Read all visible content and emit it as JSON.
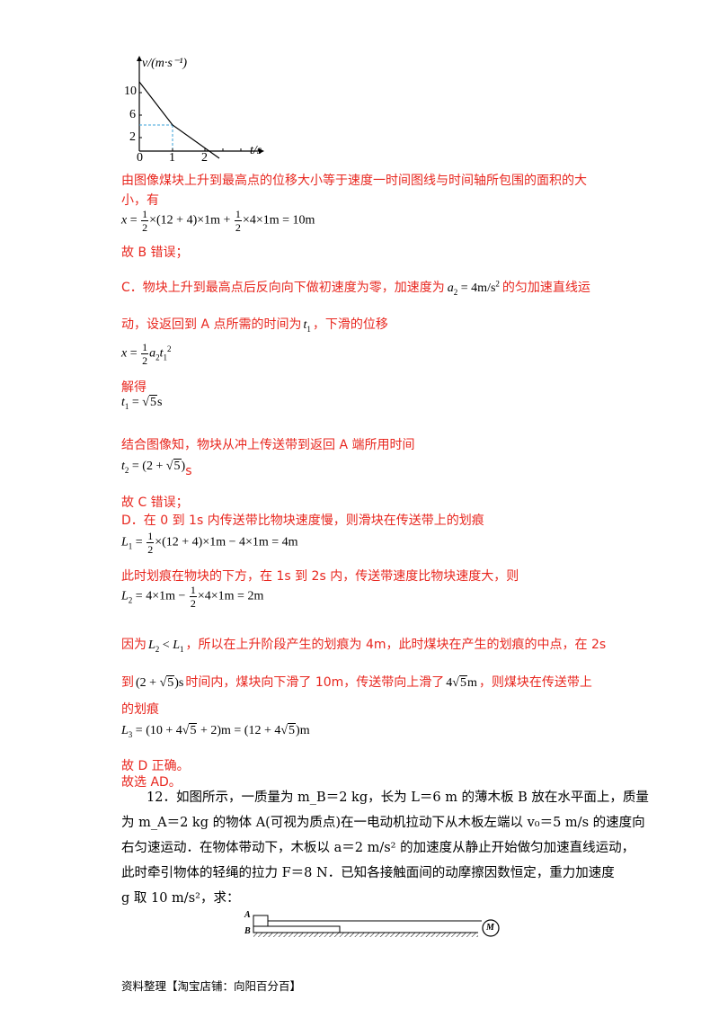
{
  "graph": {
    "y_axis_label": "v/(m·s⁻¹)",
    "x_axis_label": "t/s",
    "y_ticks": [
      "10",
      "6",
      "2"
    ],
    "x_ticks": [
      "0",
      "1",
      "2"
    ]
  },
  "text": {
    "l1": "由图像煤块上升到最高点的位移大小等于速度一时间图线与时间轴所包围的面积的大",
    "l2": "小，有",
    "b_wrong": "故 B 错误；",
    "c1_a": "C．物块上升到最高点后反向向下做初速度为零，加速度为",
    "c1_b": "的匀加速直线运",
    "c2_a": "动，设返回到 A 点所需的时间为",
    "c2_b": "，下滑的位移",
    "jiede": "解得",
    "combine": "结合图像知，物块从冲上传送带到返回 A 端所用时间",
    "s_unit": "s",
    "c_wrong": "故 C 错误；",
    "d1": "D．在 0 到 1s 内传送带比物块速度慢，则滑块在传送带上的划痕",
    "d2": "此时划痕在物块的下方，在 1s 到 2s 内，传送带速度比物块速度大，则",
    "d3_a": "因为",
    "d3_b": "，所以在上升阶段产生的划痕为 4m，此时煤块在产生的划痕的中点，在 2s",
    "d4_a": "到",
    "d4_b": "时间内，煤块向下滑了 10m，传送带向上滑了",
    "d4_c": "，则煤块在传送带上",
    "d5": "的划痕",
    "d_right": "故 D 正确。",
    "answer": "故选 AD。"
  },
  "problem": {
    "p1": "12．如图所示，一质量为 m_B＝2 kg，长为 L＝6 m 的薄木板 B 放在水平面上，质量",
    "p2": "为 m_A＝2 kg 的物体 A(可视为质点)在一电动机拉动下从木板左端以 v₀＝5 m/s 的速度向",
    "p3": "右匀速运动．在物体带动下，木板以 a＝2 m/s² 的加速度从静止开始做匀加速直线运动，",
    "p4": "此时牵引物体的轻绳的拉力 F＝8 N．已知各接触面间的动摩擦因数恒定，重力加速度",
    "p5": "g 取 10 m/s²，求："
  },
  "figure": {
    "label_a": "A",
    "label_b": "B",
    "motor": "M"
  },
  "footer": "资料整理【淘宝店铺：向阳百分百】"
}
